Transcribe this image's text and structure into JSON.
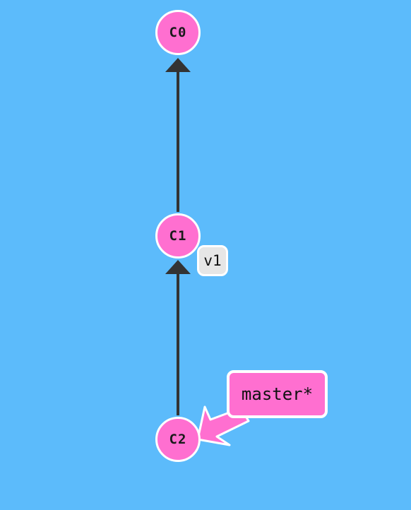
{
  "colors": {
    "background": "#5cbbfb",
    "commit_fill": "#ff6fd0",
    "commit_border": "#ffffff",
    "edge": "#333333",
    "tag_fill": "#e6e6e6",
    "branch_fill": "#ff6fd0"
  },
  "commits": {
    "c0": "C0",
    "c1": "C1",
    "c2": "C2"
  },
  "edges": [
    {
      "from": "C2",
      "to": "C1"
    },
    {
      "from": "C1",
      "to": "C0"
    }
  ],
  "tags": {
    "v1": {
      "label": "v1",
      "points_to": "C1"
    }
  },
  "branches": {
    "master": {
      "label": "master*",
      "points_to": "C2",
      "is_head": true
    }
  }
}
